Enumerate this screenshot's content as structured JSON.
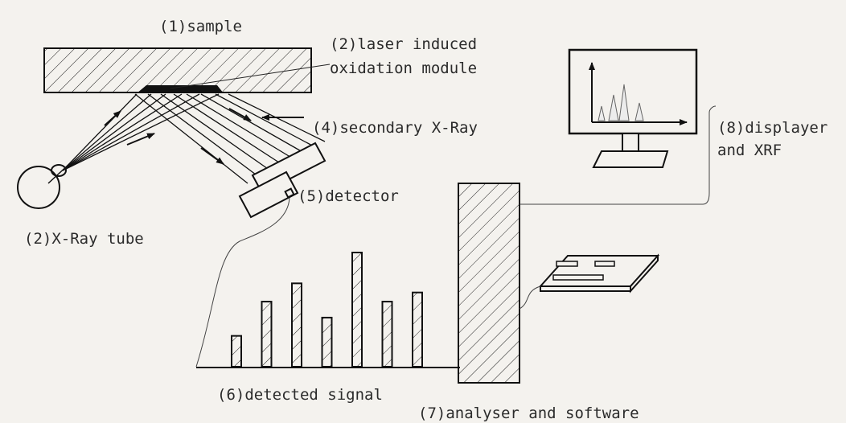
{
  "labels": {
    "sample": "(1)sample",
    "laser_line1": "(2)laser induced",
    "laser_line2": "oxidation module",
    "secondary_xray": "(4)secondary X-Ray",
    "detector": "(5)detector",
    "xray_tube": "(2)X-Ray tube",
    "displayer_line1": "(8)displayer",
    "displayer_line2": "and XRF",
    "detected_signal": "(6)detected signal",
    "analyser": "(7)analyser and software"
  },
  "signal_levels": [
    0.27,
    0.57,
    0.73,
    0.43,
    1.0,
    0.57,
    0.65
  ],
  "colors": {
    "background": "#f4f2ee",
    "ink": "#1a1a1a",
    "label": "#2b2b2b"
  }
}
